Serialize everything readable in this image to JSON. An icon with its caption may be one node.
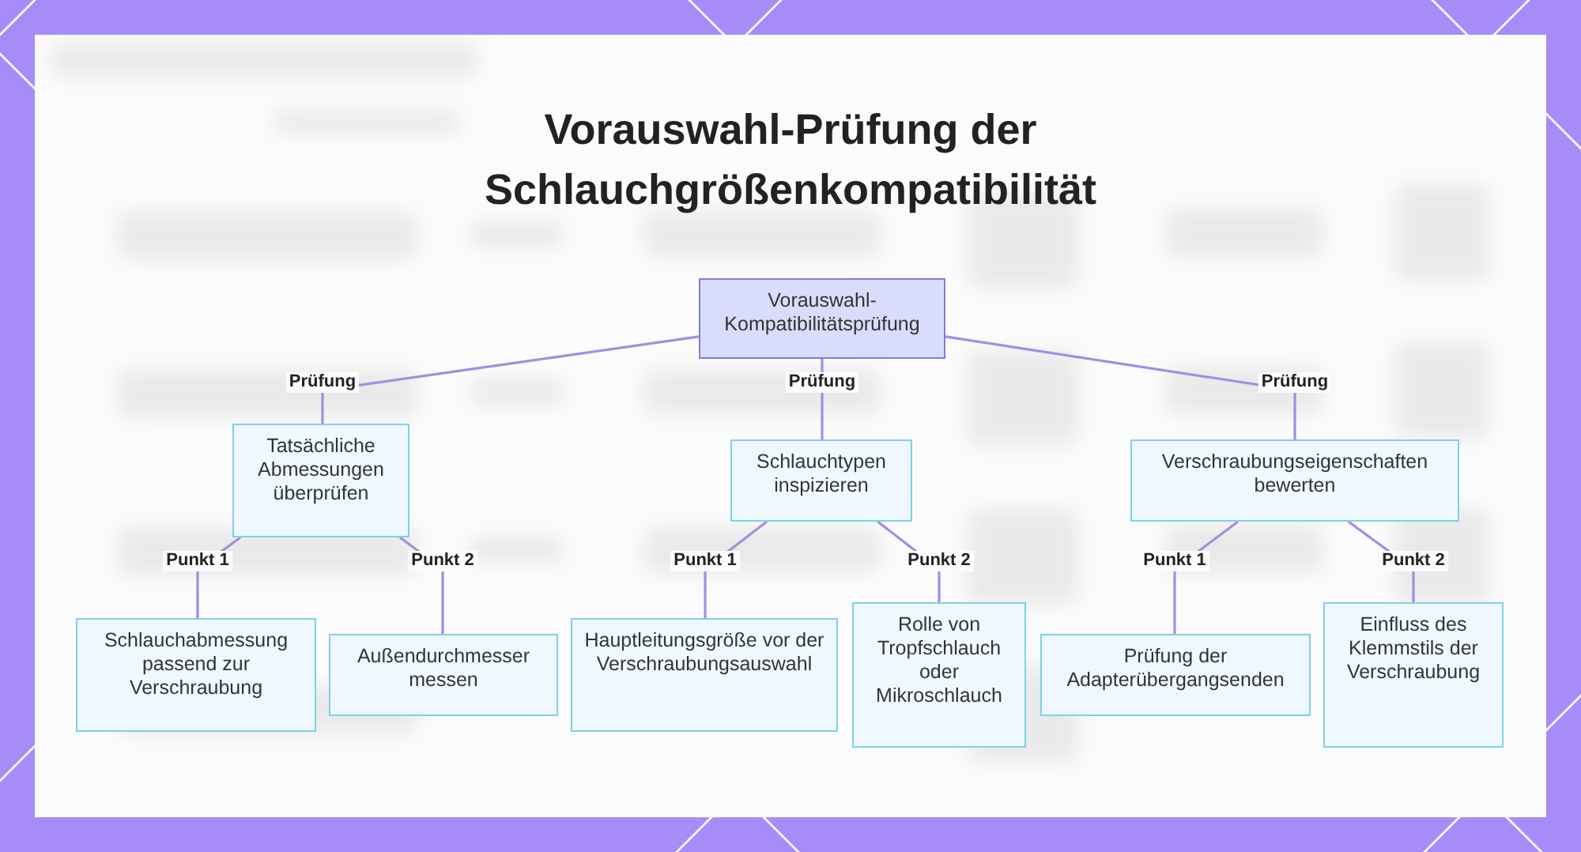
{
  "diagram": {
    "title": "Vorauswahl-Prüfung der Schlauchgrößenkompatibilität",
    "nodes": [
      {
        "text": [
          "Vorauswahl-Kompatibilitätsprüfung"
        ]
      },
      {
        "text": [
          "Tatsächliche Abmessungen überprüfen"
        ]
      },
      {
        "text": [
          "Schlauchtypen inspizieren"
        ]
      },
      {
        "text": [
          "Verschraubungseigenschaften bewerten"
        ]
      },
      {
        "text": [
          "Schlauchabmessung passend zur Verschraubung"
        ]
      },
      {
        "text": [
          "Außendurchmesser messen"
        ]
      },
      {
        "text": [
          "Hauptleitungsgröße vor der Verschraubungsauswahl"
        ]
      },
      {
        "text": [
          "Rolle von Tropfschlauch oder Mikroschlauch"
        ]
      },
      {
        "text": [
          "Prüfung der Adapterübergangsenden"
        ]
      },
      {
        "text": [
          "Einfluss des Klemmstils der Verschraubung"
        ]
      }
    ],
    "edges": [
      {
        "from": 0,
        "to": 1,
        "arrow": "none",
        "label": "Prüfung"
      },
      {
        "from": 0,
        "to": 2,
        "arrow": "none",
        "label": "Prüfung"
      },
      {
        "from": 0,
        "to": 3,
        "arrow": "none",
        "label": "Prüfung"
      },
      {
        "from": 1,
        "to": 4,
        "arrow": "none",
        "label": "Punkt 1"
      },
      {
        "from": 1,
        "to": 5,
        "arrow": "none",
        "label": "Punkt 2"
      },
      {
        "from": 2,
        "to": 6,
        "arrow": "none",
        "label": "Punkt 1"
      },
      {
        "from": 2,
        "to": 7,
        "arrow": "none",
        "label": "Punkt 2"
      },
      {
        "from": 3,
        "to": 8,
        "arrow": "none",
        "label": "Punkt 1"
      },
      {
        "from": 3,
        "to": 9,
        "arrow": "none",
        "label": "Punkt 2"
      }
    ]
  }
}
